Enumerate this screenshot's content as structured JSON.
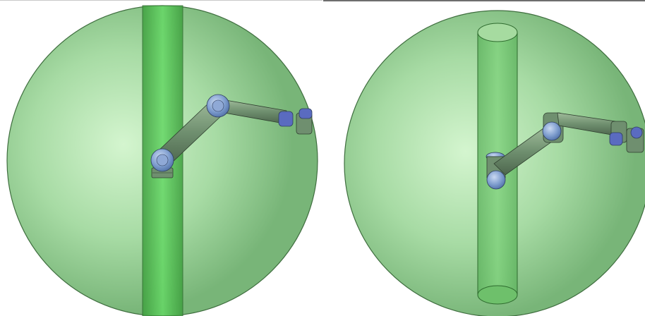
{
  "figure": {
    "panels": [
      {
        "id": "front-view",
        "view": "front",
        "cylinder": "rectangle-profile"
      },
      {
        "id": "perspective-view",
        "view": "perspective",
        "cylinder": "elliptical-caps"
      }
    ],
    "colors": {
      "sphere_fill": "#86c986",
      "sphere_highlight": "#d4f5cf",
      "sphere_edge": "#3f6e3f",
      "cylinder_fill": "#4fb84f",
      "robot_link": "#6f8f6f",
      "robot_joint": "#6f8fc4",
      "robot_wrist": "#5a6bc0",
      "background": "#ffffff"
    },
    "icons": [
      "robot-arm-icon",
      "safety-sphere",
      "safety-cylinder"
    ]
  }
}
